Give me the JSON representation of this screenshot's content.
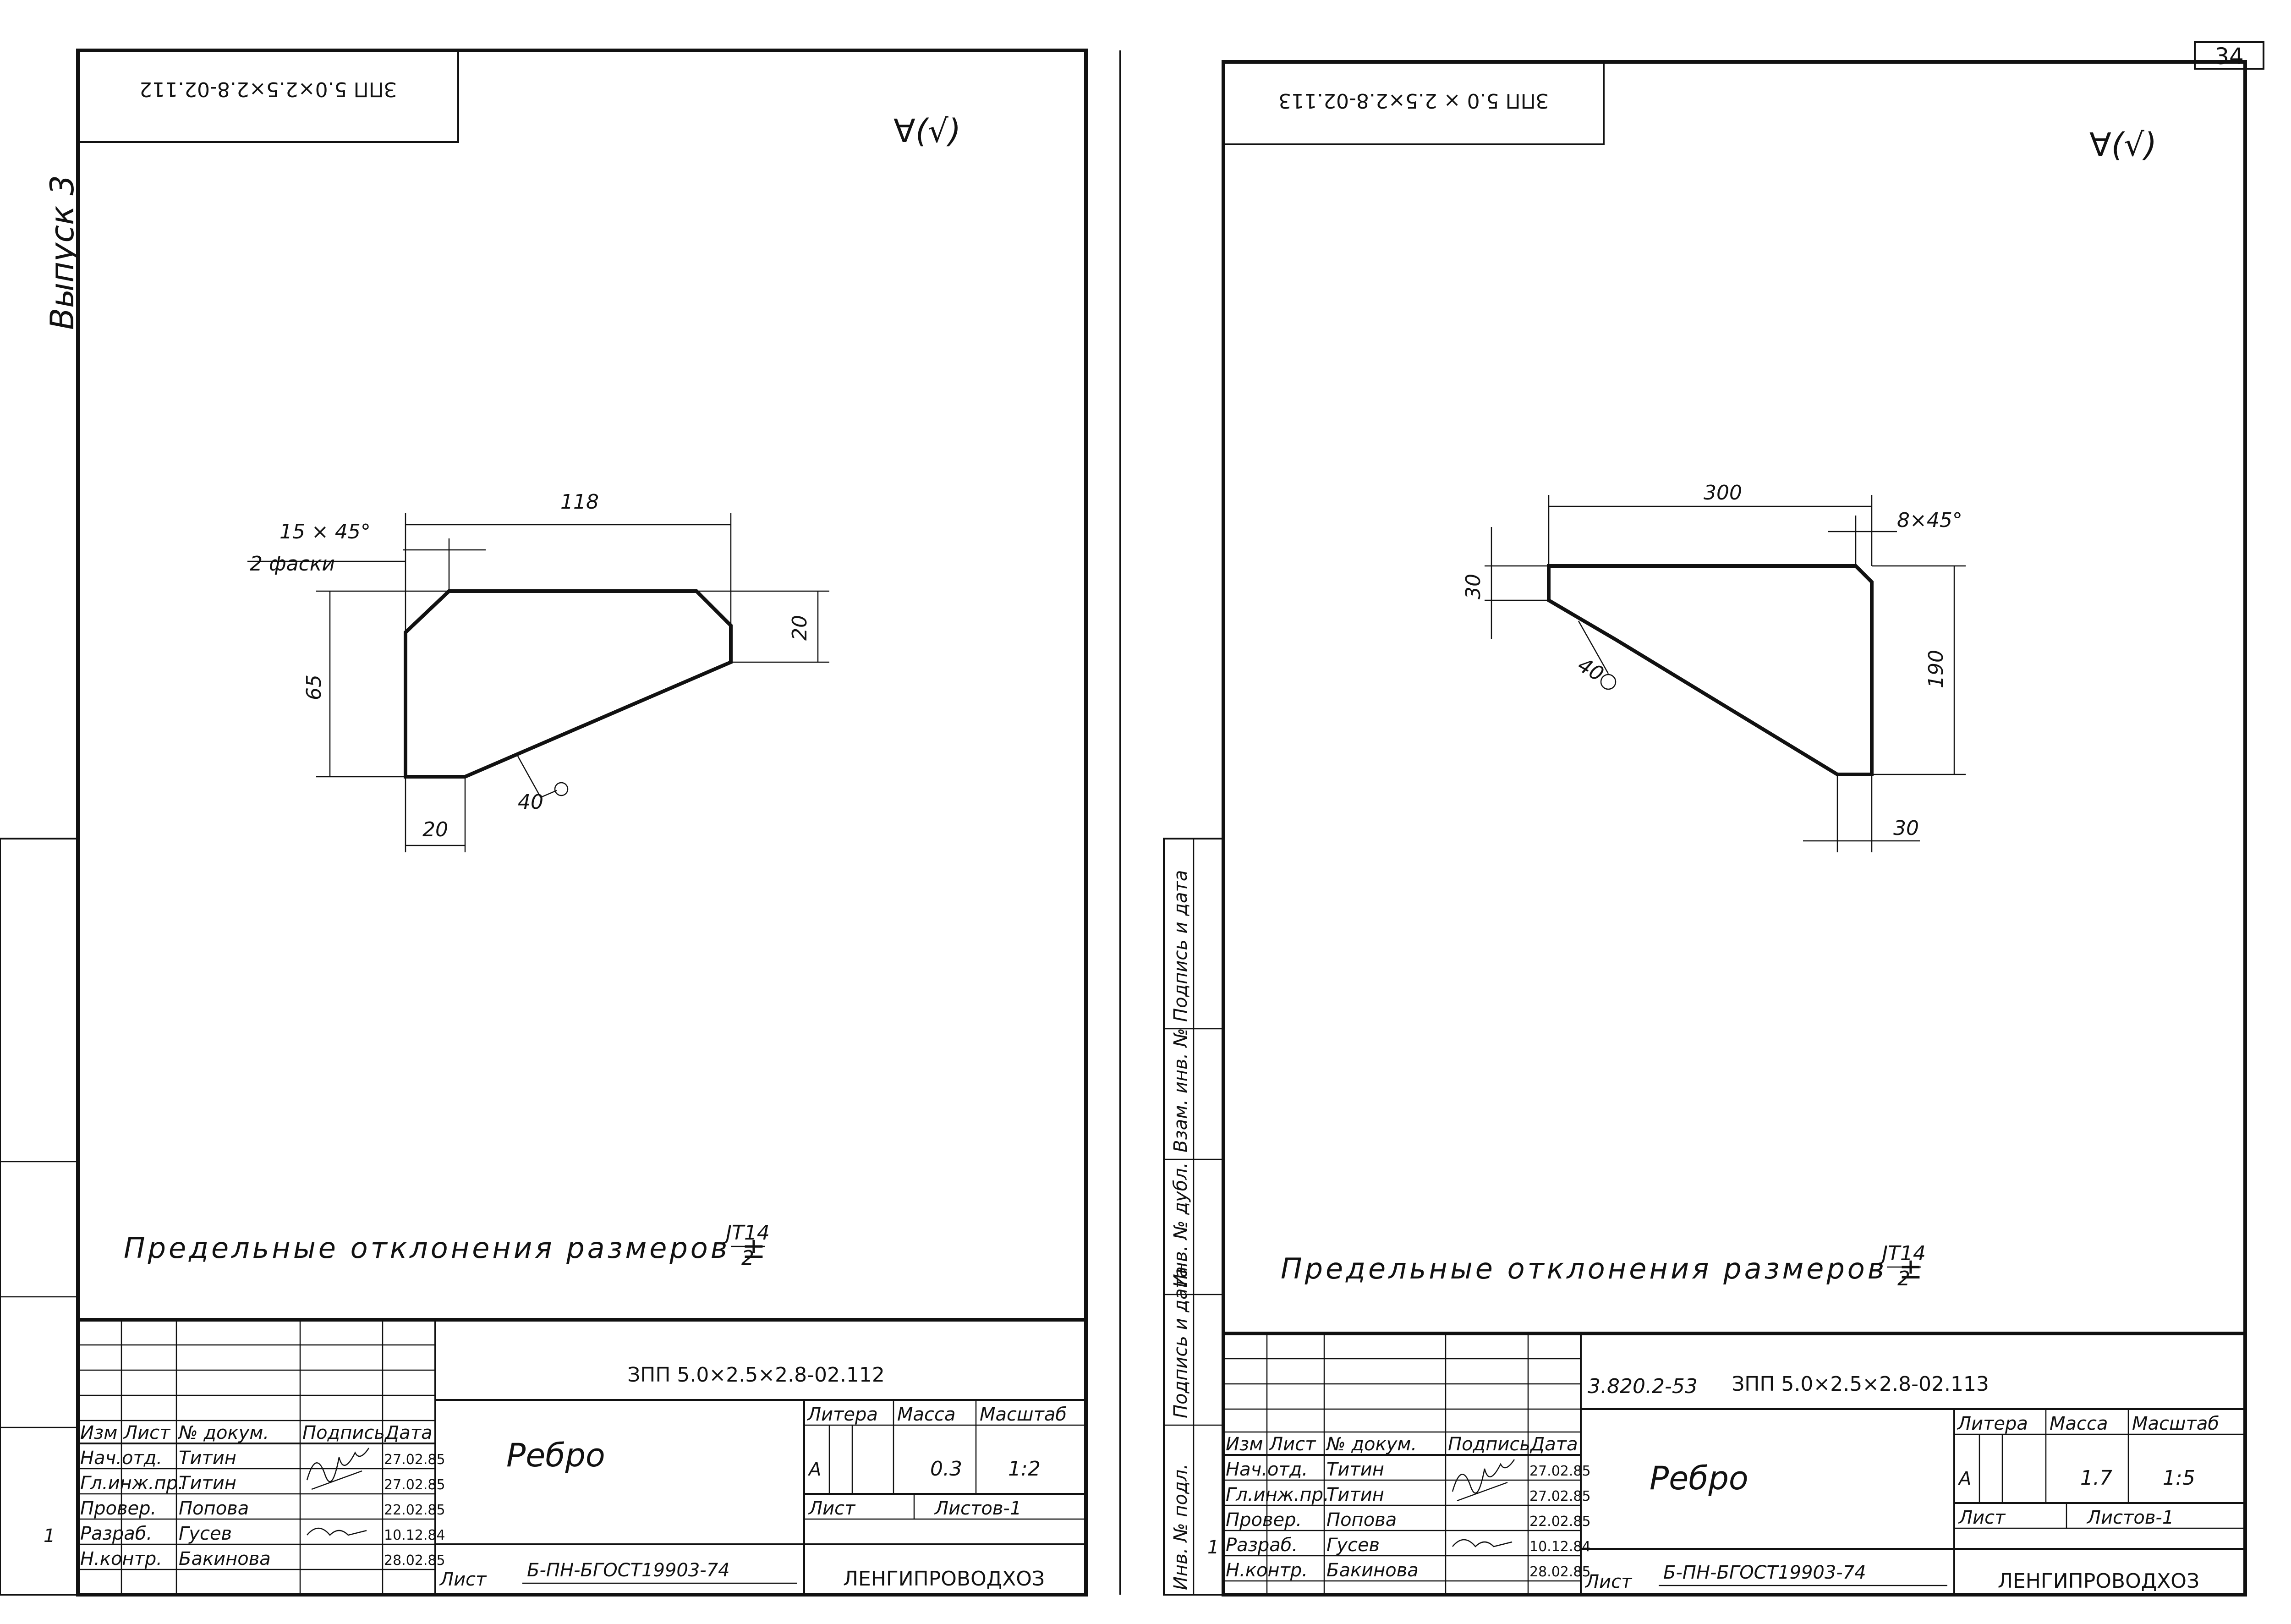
{
  "page_number": "34",
  "side_text": "Выпуск 3",
  "side_columns": [
    "Подпись и дата",
    "Взам. инв. №",
    "Инв. № дубл.",
    "Подпись и дата",
    "Инв. № подл."
  ],
  "tolerance_note": {
    "text": "Предельные отклонения размеров ±",
    "num": "JT14",
    "den": "2"
  },
  "roughness": "∀(√)",
  "titleblock_headers": {
    "izm": "Изм",
    "list": "Лист",
    "doc": "№ докум.",
    "sign": "Подпись",
    "date": "Дата",
    "litera": "Литера",
    "massa": "Масса",
    "masshtab": "Масштаб",
    "sheet": "Лист",
    "sheets": "Листов-1"
  },
  "drawings": [
    {
      "rotated_code": "ЗПП 5.0×2.5×2.8-02.112",
      "doc_number": "",
      "code": "ЗПП 5.0×2.5×2.8-02.112",
      "title": "Ребро",
      "litera": "А",
      "mass": "0.3",
      "scale": "1:2",
      "material": "Б-ПН-БГОСТ19903-74",
      "org": "ЛЕНГИПРОВОДХОЗ",
      "rev": "1",
      "staff": [
        {
          "role": "Нач.отд.",
          "name": "Титин",
          "date": "27.02.85"
        },
        {
          "role": "Гл.инж.пр.",
          "name": "Титин",
          "date": "27.02.85"
        },
        {
          "role": "Провер.",
          "name": "Попова",
          "date": "22.02.85"
        },
        {
          "role": "Разраб.",
          "name": "Гусев",
          "date": "10.12.84"
        },
        {
          "role": "Н.контр.",
          "name": "Бакинова",
          "date": "28.02.85"
        }
      ],
      "dims": {
        "top": "118",
        "chamfer": "15 × 45°",
        "chamfer_note": "2 фаски",
        "left": "65",
        "right": "20",
        "bottom": "20",
        "weld": "40"
      }
    },
    {
      "rotated_code": "ЗПП 5.0 × 2.5×2.8-02.113",
      "doc_number": "3.820.2-53",
      "code": "ЗПП 5.0×2.5×2.8-02.113",
      "title": "Ребро",
      "litera": "А",
      "mass": "1.7",
      "scale": "1:5",
      "material": "Б-ПН-БГОСТ19903-74",
      "org": "ЛЕНГИПРОВОДХОЗ",
      "rev": "1",
      "staff": [
        {
          "role": "Нач.отд.",
          "name": "Титин",
          "date": "27.02.85"
        },
        {
          "role": "Гл.инж.пр.",
          "name": "Титин",
          "date": "27.02.85"
        },
        {
          "role": "Провер.",
          "name": "Попова",
          "date": "22.02.85"
        },
        {
          "role": "Разраб.",
          "name": "Гусев",
          "date": "10.12.84"
        },
        {
          "role": "Н.контр.",
          "name": "Бакинова",
          "date": "28.02.85"
        }
      ],
      "dims": {
        "top": "300",
        "chamfer": "8×45°",
        "left": "30",
        "right": "190",
        "bottom": "30",
        "weld": "40"
      }
    }
  ]
}
